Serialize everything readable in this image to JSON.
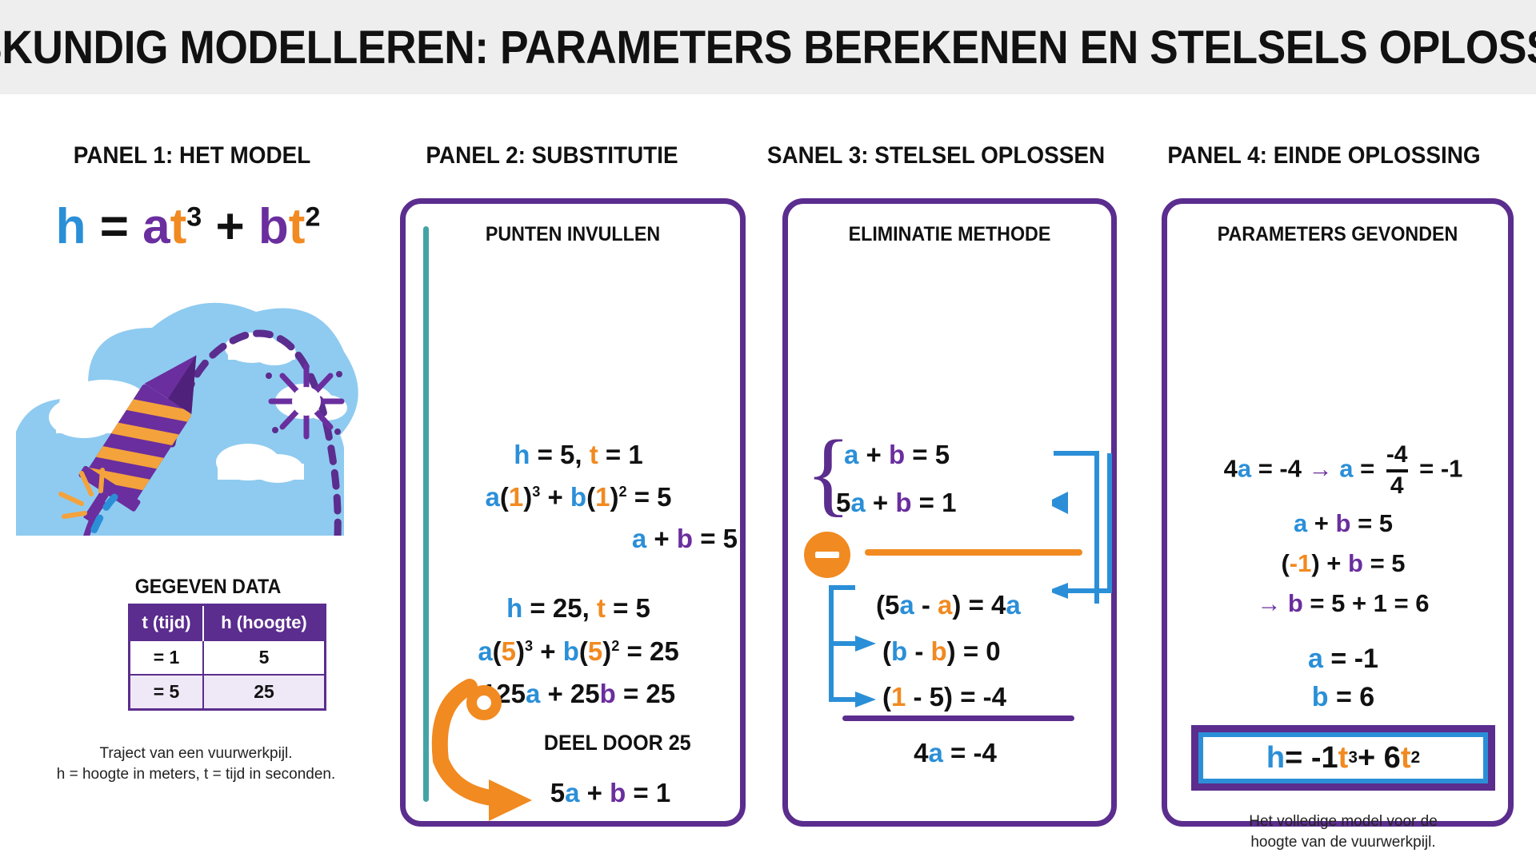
{
  "title": "WISKUNDIG MODELLEREN: PARAMETERS BEREKENEN EN STELSELS OPLOSSEN",
  "colors": {
    "purple": "#5B2D8E",
    "blue": "#2B8FD8",
    "orange": "#F18A21",
    "teal": "#45A3A6",
    "title_bg": "#EEEEEE"
  },
  "panels": {
    "p1": {
      "heading": "PANEL 1: HET MODEL",
      "formula": {
        "h": "h",
        "eq": "=",
        "a": "a",
        "t1": "t",
        "pow1": "3",
        "plus": "+",
        "b": "b",
        "t2": "t",
        "pow2": "2"
      },
      "illustration_name": "vuurwerkpijl-traject",
      "table_title": "GEGEVEN DATA",
      "table": {
        "headers": [
          "t (tijd)",
          "h (hoogte)"
        ],
        "rows": [
          [
            "= 1",
            "5"
          ],
          [
            "= 5",
            "25"
          ]
        ]
      },
      "caption_line1": "Traject van een vuurwerkpijl.",
      "caption_line2": "h = hoogte in meters, t = tijd in seconden."
    },
    "p2": {
      "heading": "PANEL 2: SUBSTITUTIE",
      "box_title": "PUNTEN INVULLEN",
      "l1": {
        "h": "h",
        "rest1": " = 5, ",
        "t": "t",
        "rest2": " = 1"
      },
      "l2": {
        "a": "a",
        "p1": "(",
        "one1": "1",
        "p2": ")",
        "pow1": "3",
        "plus": " + ",
        "b": "b",
        "p3": "(",
        "one2": "1",
        "p4": ")",
        "pow2": "2",
        "eq": " = 5"
      },
      "l3": {
        "a": "a",
        "plus": " + ",
        "b": "b",
        "eq": " = 5"
      },
      "l4": {
        "h": "h",
        "rest1": " = 25, ",
        "t": "t",
        "rest2": " = 5"
      },
      "l5": {
        "a": "a",
        "p1": "(",
        "five1": "5",
        "p2": ")",
        "pow1": "3",
        "plus": " + ",
        "b": "b",
        "p3": "(",
        "five2": "5",
        "p4": ")",
        "pow2": "2",
        "eq": " = 25"
      },
      "l6": {
        "n1": "125",
        "a": "a",
        "plus": " + ",
        "n2": "25",
        "b": "b",
        "eq": " = 25"
      },
      "step_label": "DEEL DOOR 25",
      "l7": {
        "n": "5",
        "a": "a",
        "plus": " + ",
        "b": "b",
        "eq": " = 1"
      }
    },
    "p3": {
      "heading": "SANEL 3: STELSEL OPLOSSEN",
      "box_title": "ELIMINATIE METHODE",
      "sys1": {
        "a": "a",
        "plus": " + ",
        "b": "b",
        "eq": " = 5"
      },
      "sys2": {
        "n": "5",
        "a": "a",
        "plus": " + ",
        "b": "b",
        "eq": " = 1"
      },
      "op_symbol": "minus",
      "res1": {
        "p1": "(",
        "n": "5",
        "a1": "a",
        "minus": " - ",
        "a2": "a",
        "p2": ")",
        "eq": " = 4",
        "a3": "a"
      },
      "res2": {
        "p1": "(",
        "b1": "b",
        "minus": " - ",
        "b2": "b",
        "p2": ")",
        "eq": " = 0"
      },
      "res3": {
        "p1": "(",
        "one": "1",
        "minus": " - 5",
        "p2": ")",
        "eq": " = -4"
      },
      "sum": {
        "n": "4",
        "a": "a",
        "eq": " = -4"
      }
    },
    "p4": {
      "heading": "PANEL 4: EINDE OPLOSSING",
      "box_title": "PARAMETERS GEVONDEN",
      "l1": {
        "n": "4",
        "a1": "a",
        "eq1": " = -4 ",
        "arrow": "→",
        "a2": " a",
        "eq2": " = ",
        "num": "-4",
        "den": "4",
        "eq3": " = -1"
      },
      "l2": {
        "a": "a",
        "plus": " + ",
        "b": "b",
        "eq": " = 5"
      },
      "l3": {
        "p1": "(",
        "neg": "-1",
        "p2": ")",
        "plus": " + ",
        "b": "b",
        "eq": " = 5"
      },
      "l4": {
        "arrow": "→ ",
        "b": "b",
        "eq": " = 5 + 1 = 6"
      },
      "l5": {
        "a": "a",
        "eq": " = -1"
      },
      "l6": {
        "b": "b",
        "eq": " = 6"
      },
      "final": {
        "h": "h",
        "eq": " = -1",
        "t1": "t",
        "pow1": "3",
        "plus": " + 6",
        "t2": "t",
        "pow2": "2"
      },
      "caption_line1": "Het volledige model voor de",
      "caption_line2": "hoogte van de vuurwerkpijl."
    }
  }
}
